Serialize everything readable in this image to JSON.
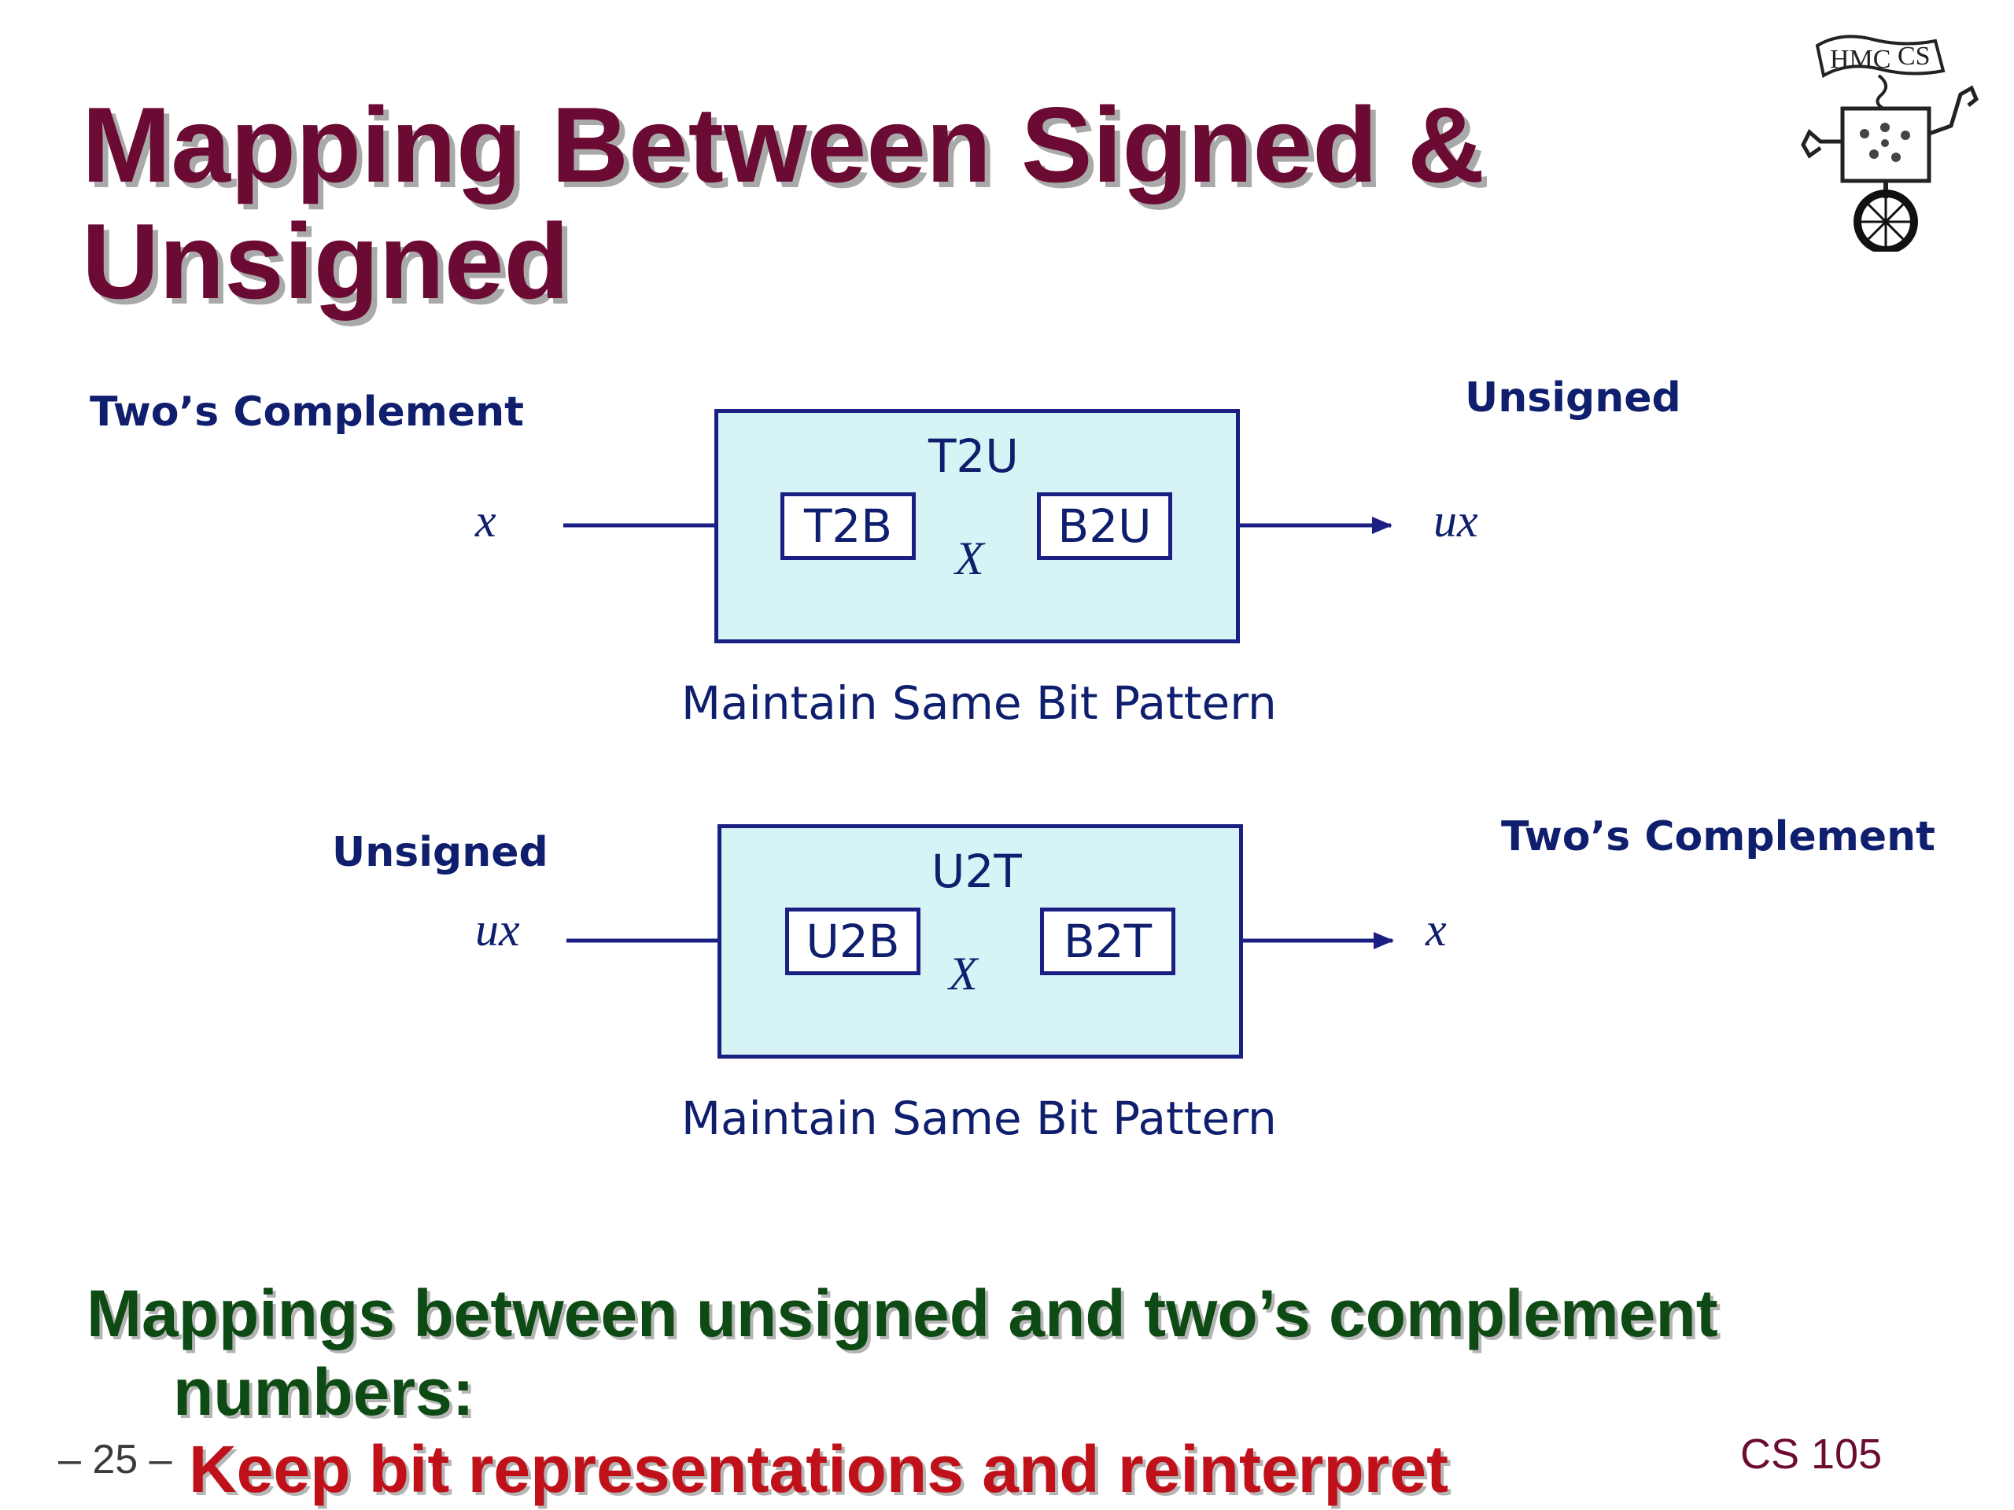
{
  "slide": {
    "title_line1": "Mapping Between Signed &",
    "title_line2": "Unsigned",
    "page_number": "– 25 –",
    "course": "CS 105"
  },
  "logo": {
    "left_text": "HMC",
    "right_text": "CS"
  },
  "diagram_top": {
    "left_label": "Two’s Complement",
    "right_label": "Unsigned",
    "input_var": "x",
    "output_var": "ux",
    "outer_title": "T2U",
    "first_block": "T2B",
    "second_block": "B2U",
    "middle_var": "X",
    "caption": "Maintain Same Bit Pattern"
  },
  "diagram_bottom": {
    "left_label": "Unsigned",
    "right_label": "Two’s Complement",
    "input_var": "ux",
    "output_var": "x",
    "outer_title": "U2T",
    "first_block": "U2B",
    "second_block": "B2T",
    "middle_var": "X",
    "caption": "Maintain Same Bit Pattern"
  },
  "bullets": {
    "main_line1": "Mappings between unsigned and two’s complement",
    "main_line2": "numbers:",
    "sub": "Keep bit representations and reinterpret"
  },
  "colors": {
    "title": "#6b0a32",
    "diagram_text": "#0f1f6e",
    "box_fill": "#d6f4f5",
    "box_stroke": "#1b1f84",
    "bullet_green": "#0e4a14",
    "bullet_red": "#c0111b"
  }
}
